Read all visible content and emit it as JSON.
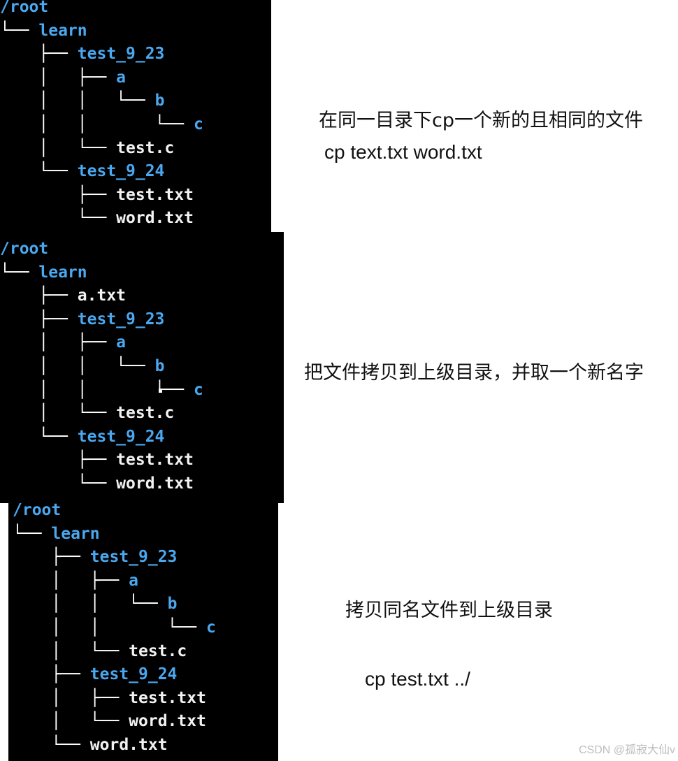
{
  "panels": [
    {
      "lines": [
        {
          "pre": "",
          "name": "/root",
          "kind": "dir"
        },
        {
          "pre": "└── ",
          "name": "learn",
          "kind": "dir"
        },
        {
          "pre": "    ├── ",
          "name": "test_9_23",
          "kind": "dir"
        },
        {
          "pre": "    │   ├── ",
          "name": "a",
          "kind": "dir"
        },
        {
          "pre": "    │   │   └── ",
          "name": "b",
          "kind": "dir"
        },
        {
          "pre": "    │   │       └── ",
          "name": "c",
          "kind": "dir"
        },
        {
          "pre": "    │   └── ",
          "name": "test.c",
          "kind": "file"
        },
        {
          "pre": "    └── ",
          "name": "test_9_24",
          "kind": "dir"
        },
        {
          "pre": "        ├── ",
          "name": "test.txt",
          "kind": "file"
        },
        {
          "pre": "        └── ",
          "name": "word.txt",
          "kind": "file"
        }
      ]
    },
    {
      "lines": [
        {
          "pre": "",
          "name": "/root",
          "kind": "dir"
        },
        {
          "pre": "└── ",
          "name": "learn",
          "kind": "dir"
        },
        {
          "pre": "    ├── ",
          "name": "a.txt",
          "kind": "file"
        },
        {
          "pre": "    ├── ",
          "name": "test_9_23",
          "kind": "dir"
        },
        {
          "pre": "    │   ├── ",
          "name": "a",
          "kind": "dir"
        },
        {
          "pre": "    │   │   └── ",
          "name": "b",
          "kind": "dir"
        },
        {
          "pre": "    │   │       └── ",
          "name": "c",
          "kind": "dir"
        },
        {
          "pre": "    │   └── ",
          "name": "test.c",
          "kind": "file"
        },
        {
          "pre": "    └── ",
          "name": "test_9_24",
          "kind": "dir"
        },
        {
          "pre": "        ├── ",
          "name": "test.txt",
          "kind": "file"
        },
        {
          "pre": "        └── ",
          "name": "word.txt",
          "kind": "file"
        }
      ]
    },
    {
      "lines": [
        {
          "pre": "",
          "name": "/root",
          "kind": "dir"
        },
        {
          "pre": "└── ",
          "name": "learn",
          "kind": "dir"
        },
        {
          "pre": "    ├── ",
          "name": "test_9_23",
          "kind": "dir"
        },
        {
          "pre": "    │   ├── ",
          "name": "a",
          "kind": "dir"
        },
        {
          "pre": "    │   │   └── ",
          "name": "b",
          "kind": "dir"
        },
        {
          "pre": "    │   │       └── ",
          "name": "c",
          "kind": "dir"
        },
        {
          "pre": "    │   └── ",
          "name": "test.c",
          "kind": "file"
        },
        {
          "pre": "    ├── ",
          "name": "test_9_24",
          "kind": "dir"
        },
        {
          "pre": "    │   ├── ",
          "name": "test.txt",
          "kind": "file"
        },
        {
          "pre": "    │   └── ",
          "name": "word.txt",
          "kind": "file"
        },
        {
          "pre": "    └── ",
          "name": "word.txt",
          "kind": "file"
        }
      ]
    }
  ],
  "notes": {
    "note1_line1": "在同一目录下cp一个新的且相同的文件",
    "note1_line2": "cp text.txt word.txt",
    "note2": "把文件拷贝到上级目录，并取一个新名字",
    "note3_line1": "拷贝同名文件到上级目录",
    "note3_line2": "cp test.txt ../"
  },
  "watermark": "CSDN @孤寂大仙v",
  "colors": {
    "terminal_bg": "#000000",
    "directory": "#4aa8f0",
    "file": "#f2f2f2"
  }
}
